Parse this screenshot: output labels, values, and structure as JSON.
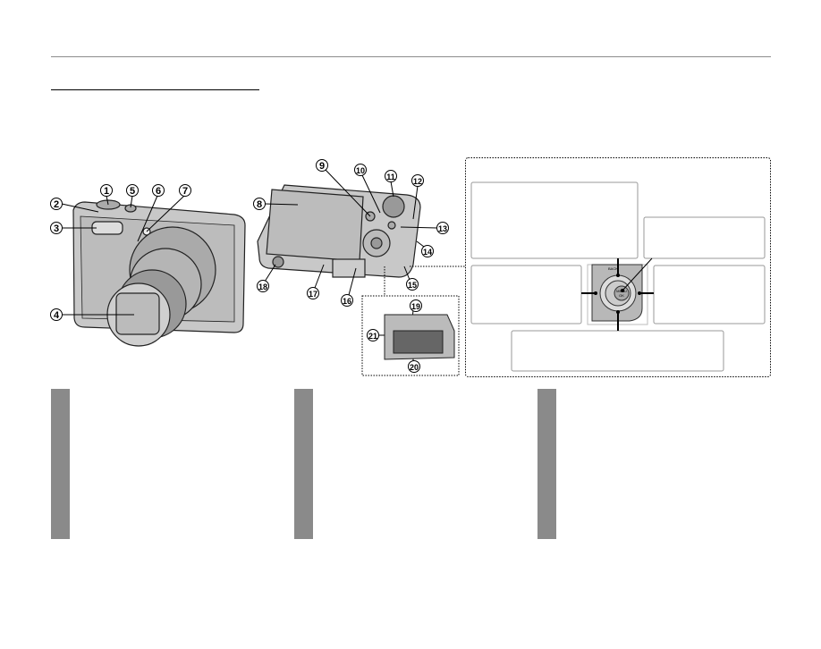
{
  "callouts": [
    "1",
    "2",
    "3",
    "4",
    "5",
    "6",
    "7",
    "8",
    "9",
    "10",
    "11",
    "12",
    "13",
    "14",
    "15",
    "16",
    "17",
    "18",
    "19",
    "20",
    "21"
  ],
  "dpad": {
    "back_label": "BACK",
    "center_label_top": "MENU",
    "center_label_bottom": "OK"
  },
  "colors": {
    "rule": "#8c8c8c",
    "camera_body": "#c8c8c8",
    "section_bar": "#8a8a8a"
  }
}
